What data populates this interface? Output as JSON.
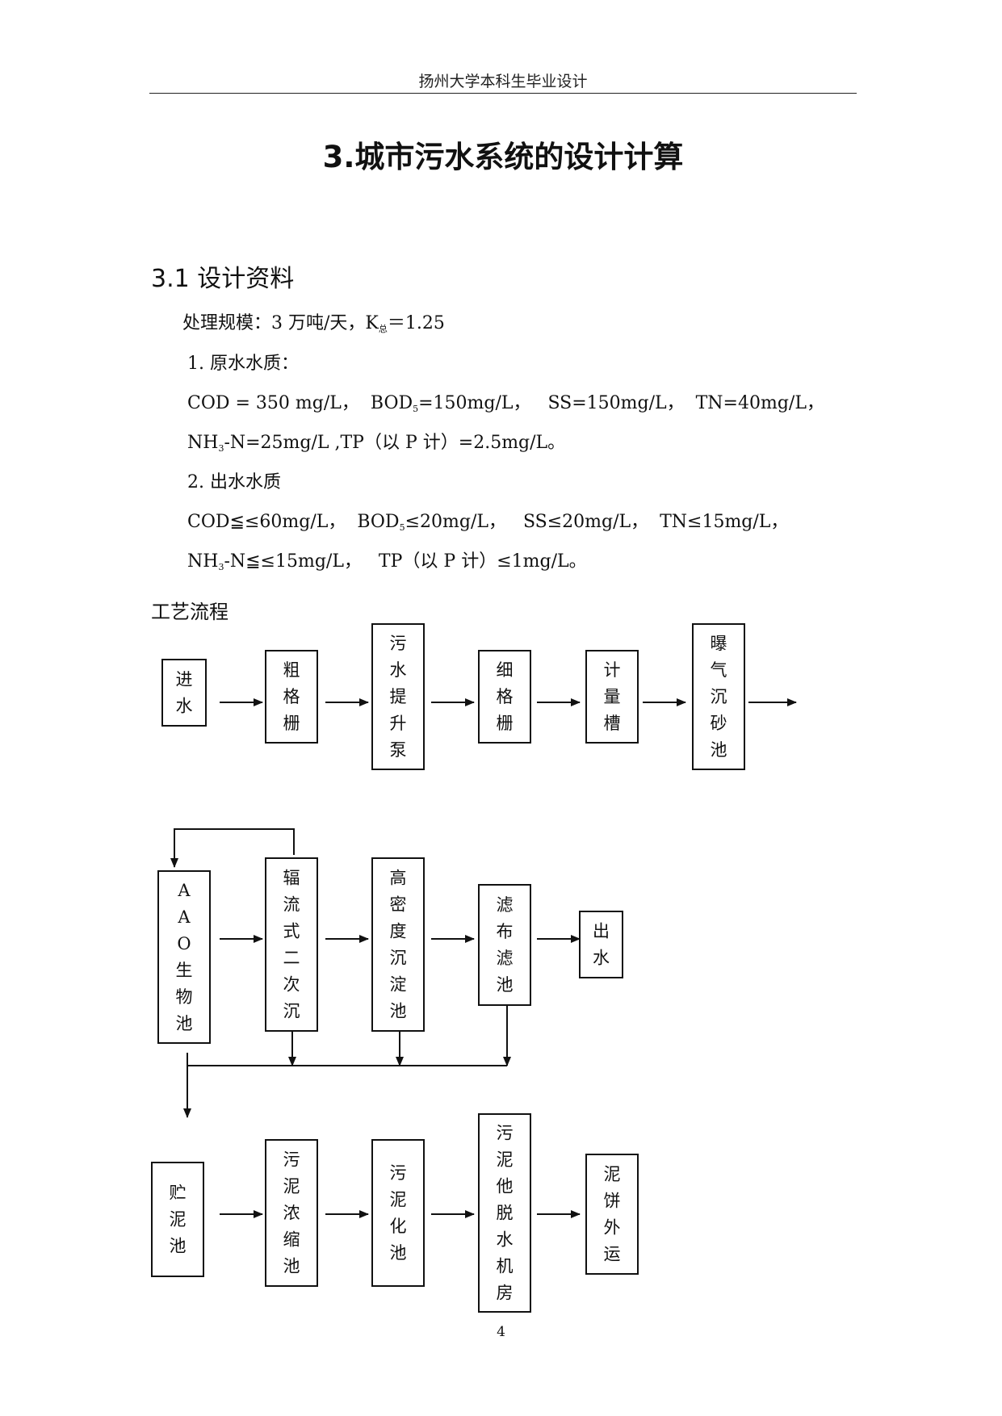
{
  "header": {
    "title": "扬州大学本科生毕业设计"
  },
  "chapter_title": "3.城市污水系统的设计计算",
  "section_title": "3.1 设计资料",
  "scale": {
    "text": "处理规模：3 万吨/天，K",
    "sub": "总",
    "tail": "＝1.25"
  },
  "raw_water": {
    "heading": "1. 原水水质：",
    "line1": "COD = 350 mg/L，  BOD",
    "line1_sub": "5",
    "line1_tail": "=150mg/L，   SS=150mg/L，  TN=40mg/L，",
    "line2": "NH",
    "line2_sub": "3",
    "line2_tail": "-N=25mg/L ,TP（以 P 计）=2.5mg/L。"
  },
  "effluent": {
    "heading": "2. 出水水质",
    "line1": "COD≦≤60mg/L，  BOD",
    "line1_sub": "5",
    "line1_tail": "≤20mg/L，   SS≤20mg/L，  TN≤15mg/L，",
    "line2": "NH",
    "line2_sub": "3",
    "line2_tail": "-N≦≤15mg/L，   TP（以 P 计）≤1mg/L。"
  },
  "flow_label": "工艺流程",
  "flow_boxes": [
    {
      "id": "inlet",
      "chars": [
        "进",
        "水"
      ]
    },
    {
      "id": "coarse-screen",
      "chars": [
        "粗",
        "格",
        "栅"
      ]
    },
    {
      "id": "lift-pump",
      "chars": [
        "污",
        "水",
        "提",
        "升",
        "泵"
      ]
    },
    {
      "id": "fine-screen",
      "chars": [
        "细",
        "格",
        "栅"
      ]
    },
    {
      "id": "metering-tank",
      "chars": [
        "计",
        "量",
        "槽"
      ]
    },
    {
      "id": "aerated-grit",
      "chars": [
        "曝",
        "气",
        "沉",
        "砂",
        "池"
      ]
    },
    {
      "id": "aao",
      "chars": [
        "A",
        "A",
        "O",
        "生",
        "物",
        "池"
      ]
    },
    {
      "id": "secondary-clarifier",
      "chars": [
        "辐",
        "流",
        "式",
        "二",
        "次",
        "沉"
      ]
    },
    {
      "id": "high-density",
      "chars": [
        "高",
        "密",
        "度",
        "沉",
        "淀",
        "池"
      ]
    },
    {
      "id": "cloth-filter",
      "chars": [
        "滤",
        "布",
        "滤",
        "池"
      ]
    },
    {
      "id": "outlet",
      "chars": [
        "出",
        "水"
      ]
    },
    {
      "id": "sludge-storage",
      "chars": [
        "贮",
        "泥",
        "池"
      ]
    },
    {
      "id": "sludge-thickener",
      "chars": [
        "污",
        "泥",
        "浓",
        "缩",
        "池"
      ]
    },
    {
      "id": "sludge-digester",
      "chars": [
        "污",
        "泥",
        "化",
        "池"
      ]
    },
    {
      "id": "dewatering-room",
      "chars": [
        "污",
        "泥",
        "他",
        "脱",
        "水",
        "机",
        "房"
      ]
    },
    {
      "id": "cake-out",
      "chars": [
        "泥",
        "饼",
        "外",
        "运"
      ]
    }
  ],
  "page_number": "4"
}
